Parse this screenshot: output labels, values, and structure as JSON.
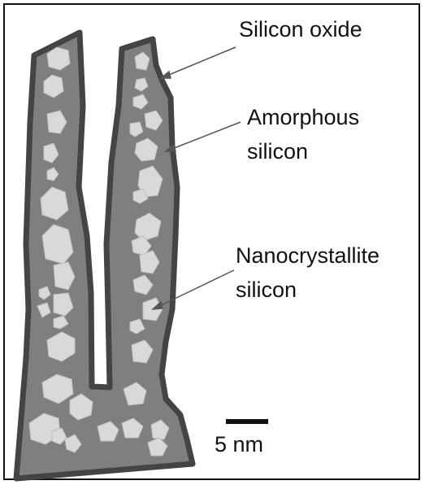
{
  "labels": {
    "silicon_oxide": "Silicon oxide",
    "amorphous_line1": "Amorphous",
    "amorphous_line2": "silicon",
    "nanocrystallite_line1": "Nanocrystallite",
    "nanocrystallite_line2": "silicon"
  },
  "scale_bar": {
    "label": "5 nm"
  },
  "colors": {
    "oxide_outline": "#444444",
    "amorphous_fill": "#7f7f7f",
    "nanocrystal_fill": "#d9d9d9",
    "arrow": "#555555"
  }
}
